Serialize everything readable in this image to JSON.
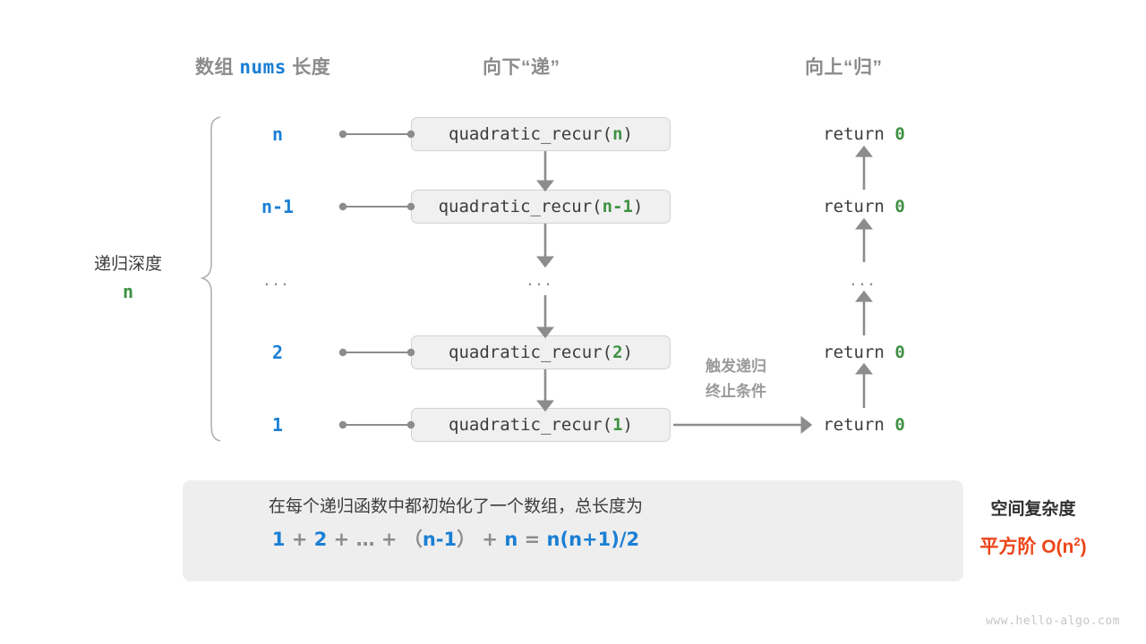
{
  "headers": {
    "left": {
      "prefix": "数组",
      "code": "nums",
      "suffix": "长度"
    },
    "middle": "向下“递”",
    "right": "向上“归”"
  },
  "depth": {
    "label": "递归深度",
    "value": "n"
  },
  "rows": [
    {
      "size": "n",
      "call_prefix": "quadratic_recur(",
      "call_arg": "n",
      "call_suffix": ")",
      "ret_prefix": "return ",
      "ret_value": "0"
    },
    {
      "size": "n-1",
      "call_prefix": "quadratic_recur(",
      "call_arg": "n-1",
      "call_suffix": ")",
      "ret_prefix": "return ",
      "ret_value": "0"
    },
    {
      "size": "...",
      "call_prefix": "...",
      "call_arg": "",
      "call_suffix": "",
      "ret_prefix": "...",
      "ret_value": ""
    },
    {
      "size": "2",
      "call_prefix": "quadratic_recur(",
      "call_arg": "2",
      "call_suffix": ")",
      "ret_prefix": "return ",
      "ret_value": "0"
    },
    {
      "size": "1",
      "call_prefix": "quadratic_recur(",
      "call_arg": "1",
      "call_suffix": ")",
      "ret_prefix": "return ",
      "ret_value": "0"
    }
  ],
  "trigger_note": {
    "line1": "触发递归",
    "line2": "终止条件"
  },
  "summary": {
    "description": "在每个递归函数中都初始化了一个数组，总长度为",
    "formula": {
      "t1": "1",
      "op1": "+",
      "t2": "2",
      "op2": "+",
      "t3": "…",
      "op3": "+",
      "paren_open": "（",
      "t4": "n-1",
      "paren_close": "）",
      "op4": "+",
      "t5": "n",
      "eq": "=",
      "result": "n(n+1)/2"
    },
    "conclusion_title": "空间复杂度",
    "conclusion_value_prefix": "平方阶",
    "conclusion_value_big_o": "O(n",
    "conclusion_value_exp": "2",
    "conclusion_value_close": ")"
  },
  "watermark": "www.hello-algo.com",
  "colors": {
    "blue": "#1a7fd4",
    "green": "#3e9142",
    "orange": "#ec4518",
    "gray": "#8c8c8c",
    "box_fill": "#f0f0f0",
    "panel_fill": "#eeeeee"
  }
}
